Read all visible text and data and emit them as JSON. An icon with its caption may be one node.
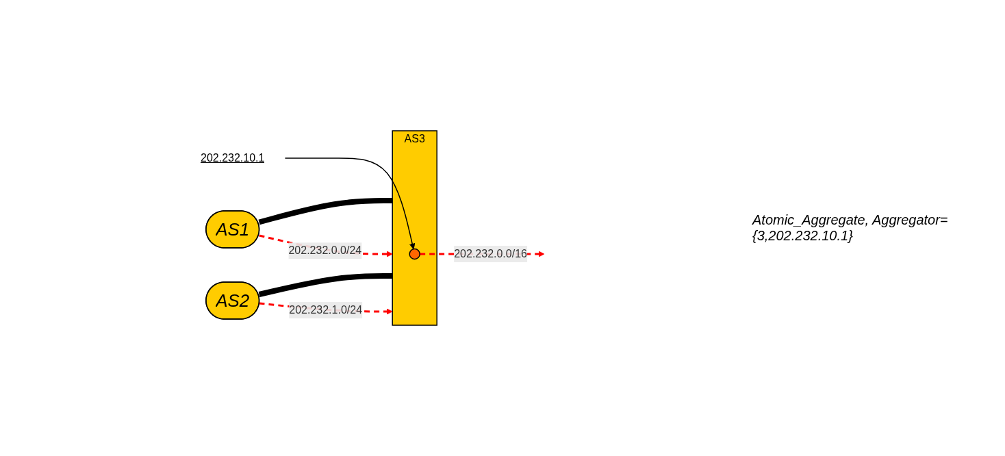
{
  "diagram": {
    "nodes": [
      {
        "text": [
          "AS1"
        ]
      },
      {
        "text": [
          "AS2"
        ]
      },
      {
        "text": [
          "AS3"
        ]
      },
      {
        "text": [],
        "shape": "circle",
        "in": 2
      },
      {
        "text": [
          "202.232.10.1"
        ]
      }
    ],
    "edges": [
      {
        "from": 0,
        "to": 2,
        "arrow": "none",
        "style": "thick"
      },
      {
        "from": 1,
        "to": 2,
        "arrow": "none",
        "style": "thick"
      },
      {
        "from": 0,
        "to": 2,
        "arrow": "to",
        "style": "dashed",
        "color": "#ff0000",
        "label": "202.232.0.0/24"
      },
      {
        "from": 1,
        "to": 2,
        "arrow": "to",
        "style": "dashed",
        "color": "#ff0000",
        "label": "202.232.1.0/24"
      },
      {
        "from": 4,
        "to": 3,
        "arrow": "to"
      },
      {
        "from": 3,
        "to": null,
        "arrow": "to",
        "style": "dashed",
        "color": "#ff0000",
        "label": "202.232.0.0/16"
      }
    ],
    "labels": [
      "Atomic_Aggregate, Aggregator={3,202.232.10.1}"
    ]
  }
}
